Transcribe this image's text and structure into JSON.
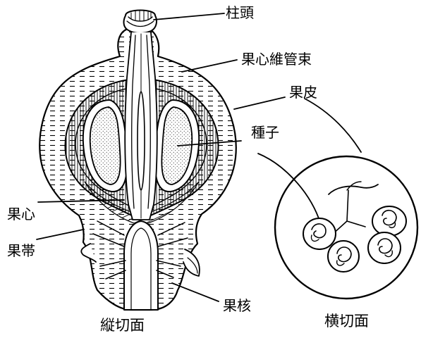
{
  "labels": {
    "stigma": "柱頭",
    "carpel_bundle": "果心維管束",
    "pericarp": "果皮",
    "seed": "種子",
    "core": "果心",
    "receptacle": "果帯",
    "stone": "果核"
  },
  "captions": {
    "longitudinal": "縦切面",
    "transverse": "横切面"
  },
  "colors": {
    "ink": "#000000",
    "paper": "#ffffff"
  }
}
